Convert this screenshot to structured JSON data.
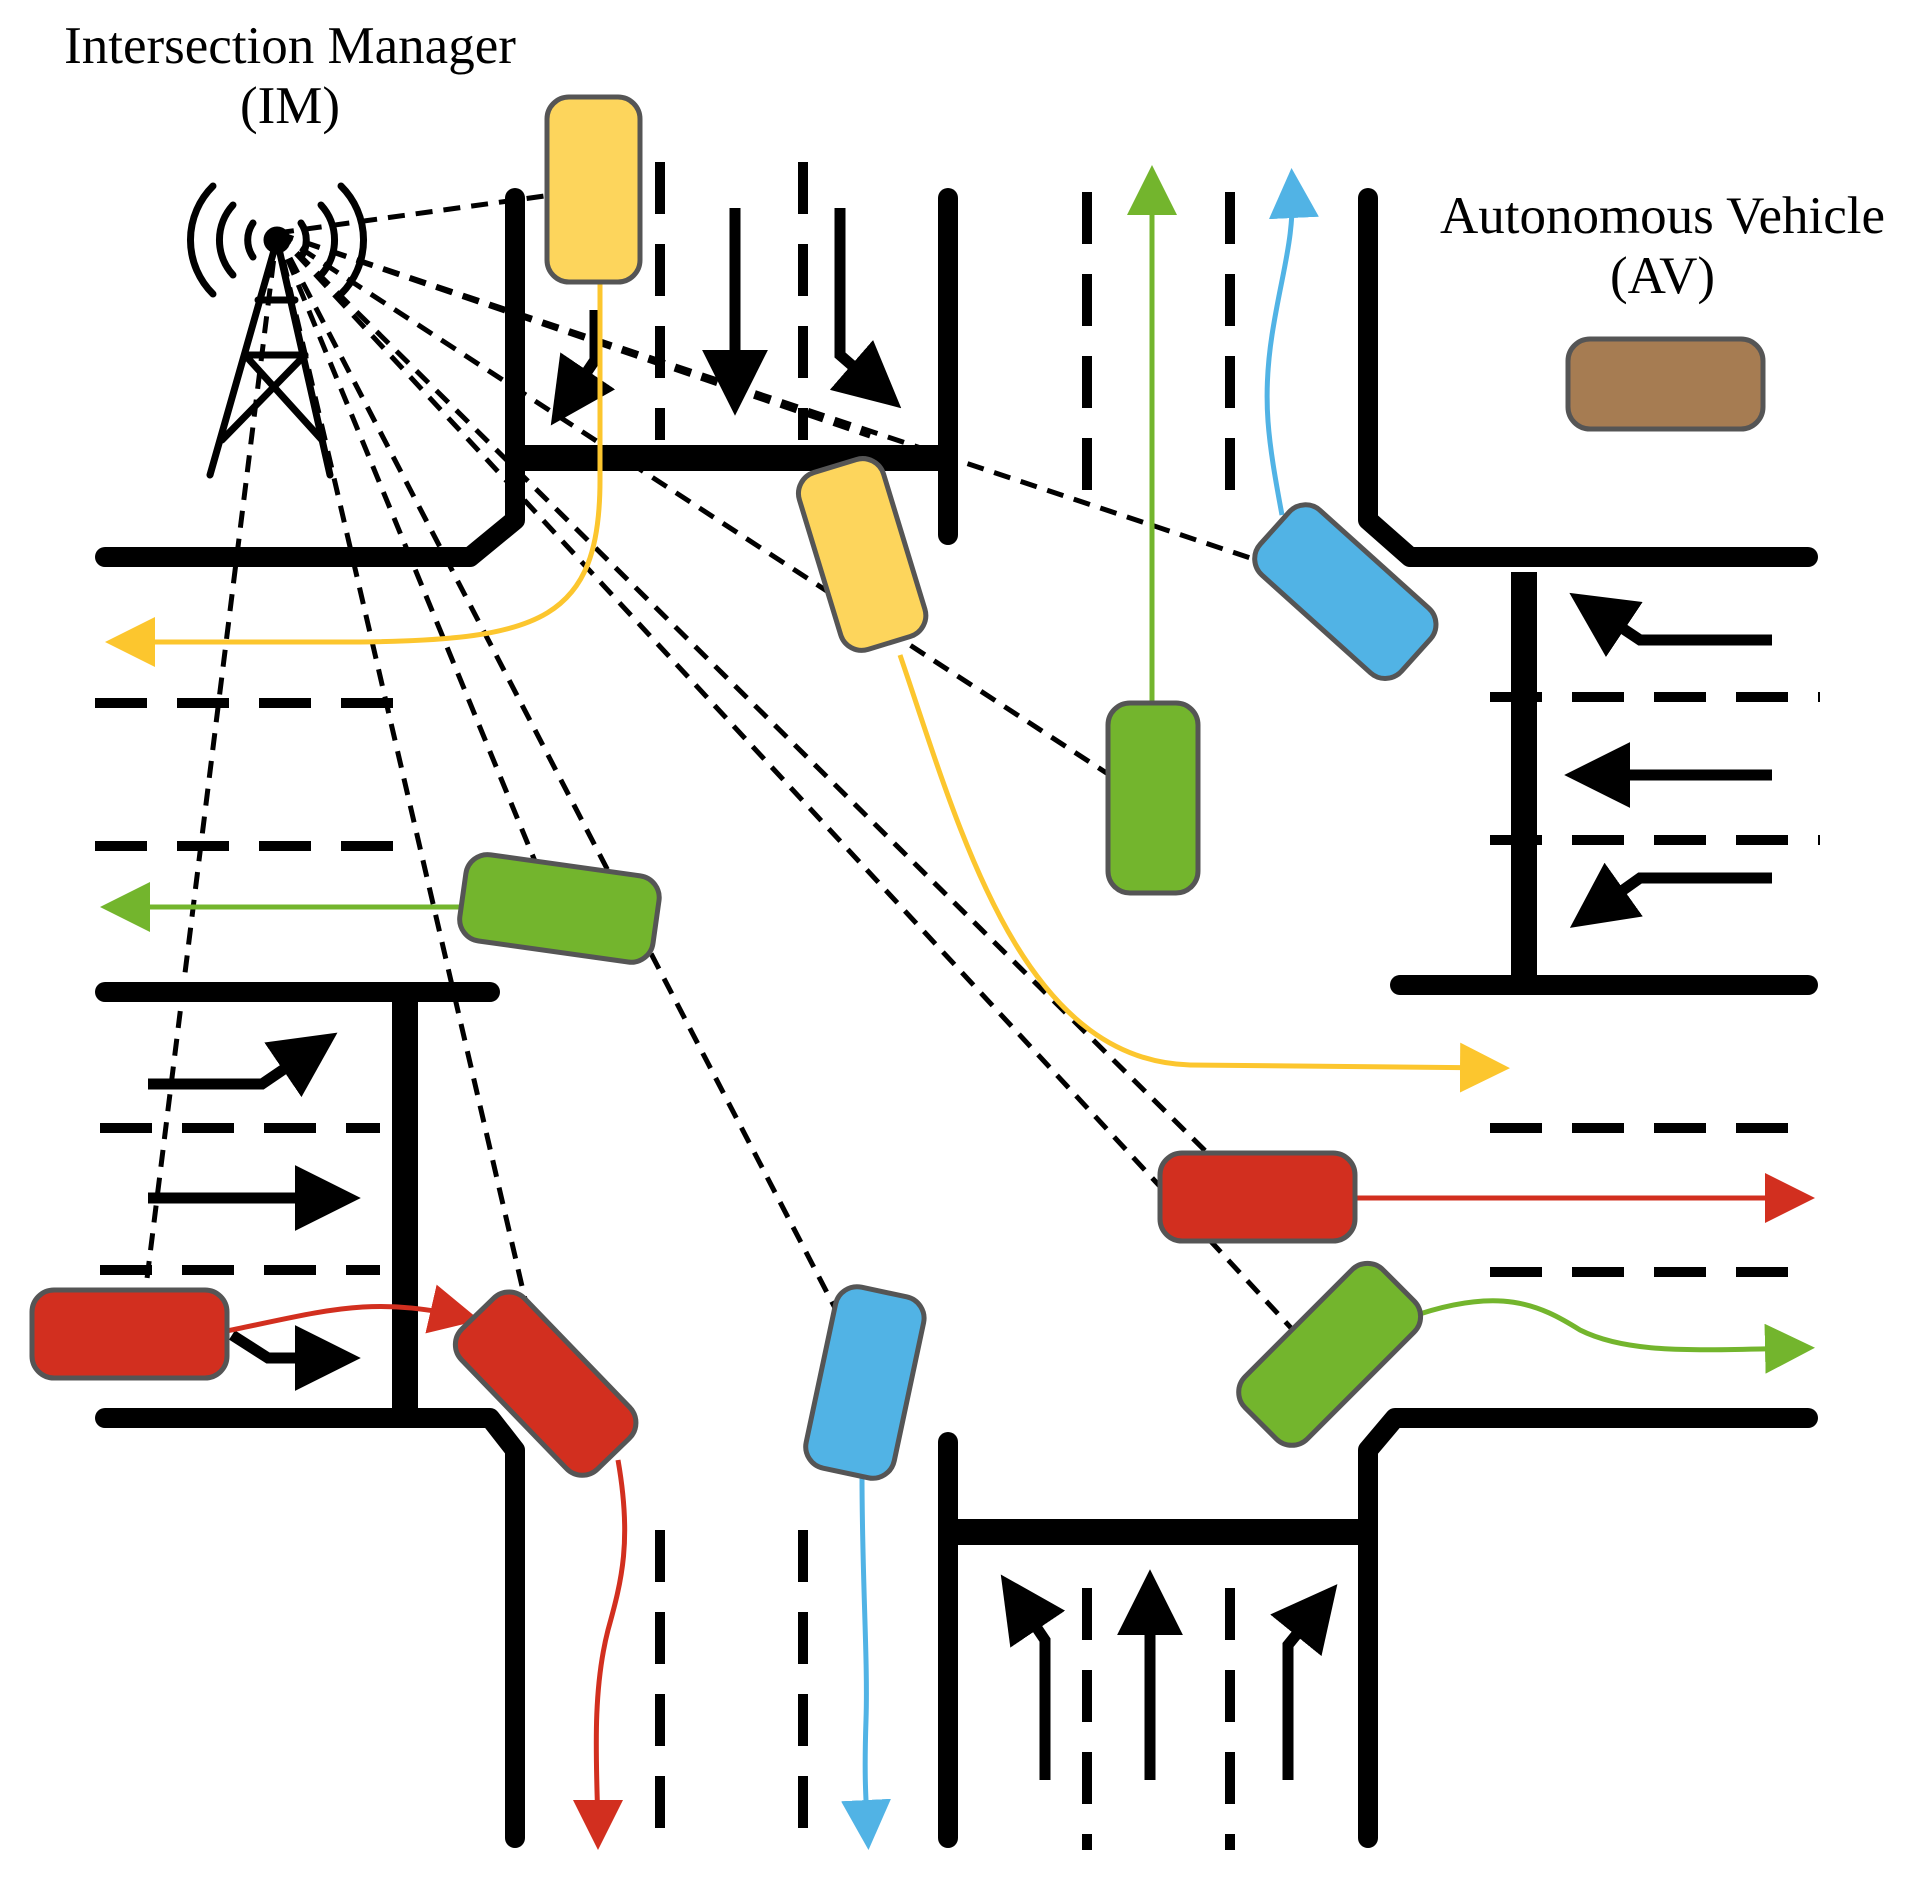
{
  "labels": {
    "im_line1": "Intersection Manager",
    "im_line2": "(IM)",
    "av_line1": "Autonomous Vehicle",
    "av_line2": "(AV)"
  },
  "colors": {
    "yellow": "#fdd55c",
    "yellow_path": "#fcc62e",
    "green": "#73b52d",
    "blue": "#51b3e5",
    "red": "#d22f1f",
    "brown": "#a67c52",
    "outline": "#555555",
    "road": "#000000"
  },
  "icons": [
    "radio-tower-icon",
    "car-icon",
    "lane-arrow-icon"
  ],
  "vehicle_colors": [
    "yellow",
    "yellow",
    "blue",
    "green",
    "green",
    "red",
    "red",
    "blue",
    "red",
    "green",
    "brown"
  ]
}
